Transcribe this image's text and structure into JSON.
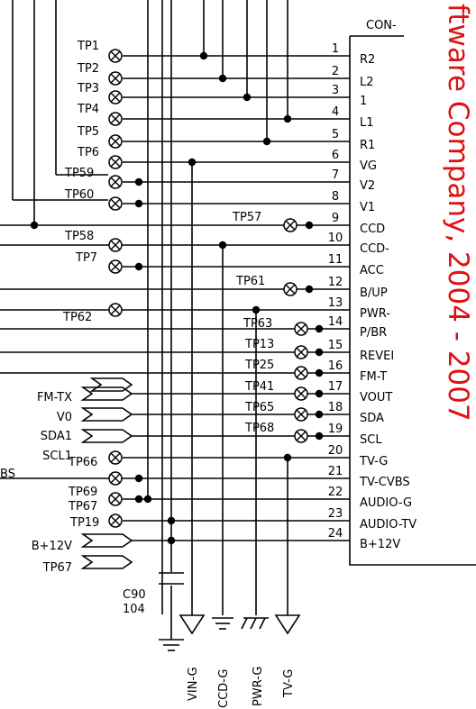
{
  "connector": {
    "title": "CON-",
    "pins": [
      {
        "num": "1",
        "signal": "R2"
      },
      {
        "num": "2",
        "signal": "L2"
      },
      {
        "num": "3",
        "signal": "1"
      },
      {
        "num": "4",
        "signal": "L1"
      },
      {
        "num": "5",
        "signal": "R1"
      },
      {
        "num": "6",
        "signal": "VG"
      },
      {
        "num": "7",
        "signal": "V2"
      },
      {
        "num": "8",
        "signal": "V1"
      },
      {
        "num": "9",
        "signal": "CCD"
      },
      {
        "num": "10",
        "signal": "CCD-"
      },
      {
        "num": "11",
        "signal": "ACC"
      },
      {
        "num": "12",
        "signal": "B/UP"
      },
      {
        "num": "13",
        "signal": "PWR-"
      },
      {
        "num": "14",
        "signal": "P/BR"
      },
      {
        "num": "15",
        "signal": "REVEI"
      },
      {
        "num": "16",
        "signal": "FM-T"
      },
      {
        "num": "17",
        "signal": "VOUT"
      },
      {
        "num": "18",
        "signal": "SDA"
      },
      {
        "num": "19",
        "signal": "SCL"
      },
      {
        "num": "20",
        "signal": "TV-G"
      },
      {
        "num": "21",
        "signal": "TV-CVBS"
      },
      {
        "num": "22",
        "signal": "AUDIO-G"
      },
      {
        "num": "23",
        "signal": "AUDIO-TV"
      },
      {
        "num": "24",
        "signal": "B+12V"
      }
    ]
  },
  "test_points_left": [
    "TP1",
    "TP2",
    "TP3",
    "TP4",
    "TP5",
    "TP6",
    "TP59",
    "TP60",
    "TP58",
    "TP7",
    "TP62",
    "TP66",
    "TP69",
    "TP67",
    "TP19"
  ],
  "test_points_right": [
    "TP57",
    "TP61",
    "TP63",
    "TP13",
    "TP25",
    "TP41",
    "TP65",
    "TP68"
  ],
  "ports": [
    "FM-TX",
    "V0",
    "SDA1",
    "SCL1",
    "B+12V",
    "TP67"
  ],
  "cut_label": "BS",
  "capacitor": {
    "ref": "C90",
    "value": "104"
  },
  "grounds": [
    "VIN-G",
    "CCD-G",
    "PWR-G",
    "TV-G"
  ],
  "watermark": "ftware Company, 2004 - 2007"
}
